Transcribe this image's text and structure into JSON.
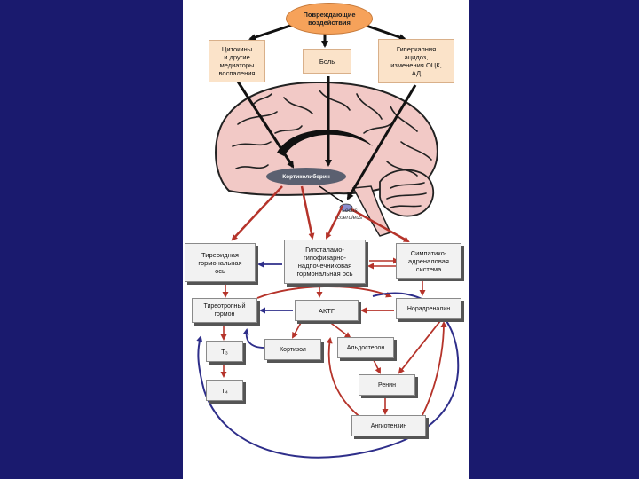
{
  "top_node": "Повреждающие\nвоздействия",
  "stimuli": {
    "cytokines": "Цитокины\nи другие\nмедиаторы\nвоспаления",
    "pain": "Боль",
    "hypercapnia": "Гиперкапния\nацидоз,\nизменения ОЦК,\nАД"
  },
  "brain": {
    "crh_label": "Кортиколиберин",
    "locus_label": "Locus\ncoeruleus"
  },
  "axes": {
    "thyroid_axis": "Тиреоидная\nгормональная\nось",
    "hpa_axis": "Гипоталамо-\nгипофизарно-\nнадпочечниковая\nгормональная ось",
    "sympathetic": "Симпатико-\nадреналовая\nсистема"
  },
  "hormones": {
    "tsh": "Тиреотропный\nгормон",
    "acth": "АКТГ",
    "noradrenaline": "Норадреналин",
    "cortisol": "Кортизол",
    "aldosterone": "Альдостерон",
    "t3": "T₃",
    "t4": "T₄",
    "renin": "Ренин",
    "angiotensin": "Ангиотензин"
  },
  "colors": {
    "background": "#1a1a6e",
    "top_oval": "#f6a25a",
    "arrow_black": "#111111",
    "arrow_red": "#b5332a",
    "arrow_blue": "#2e2e8a",
    "brain_fill": "#f2c9c6"
  }
}
